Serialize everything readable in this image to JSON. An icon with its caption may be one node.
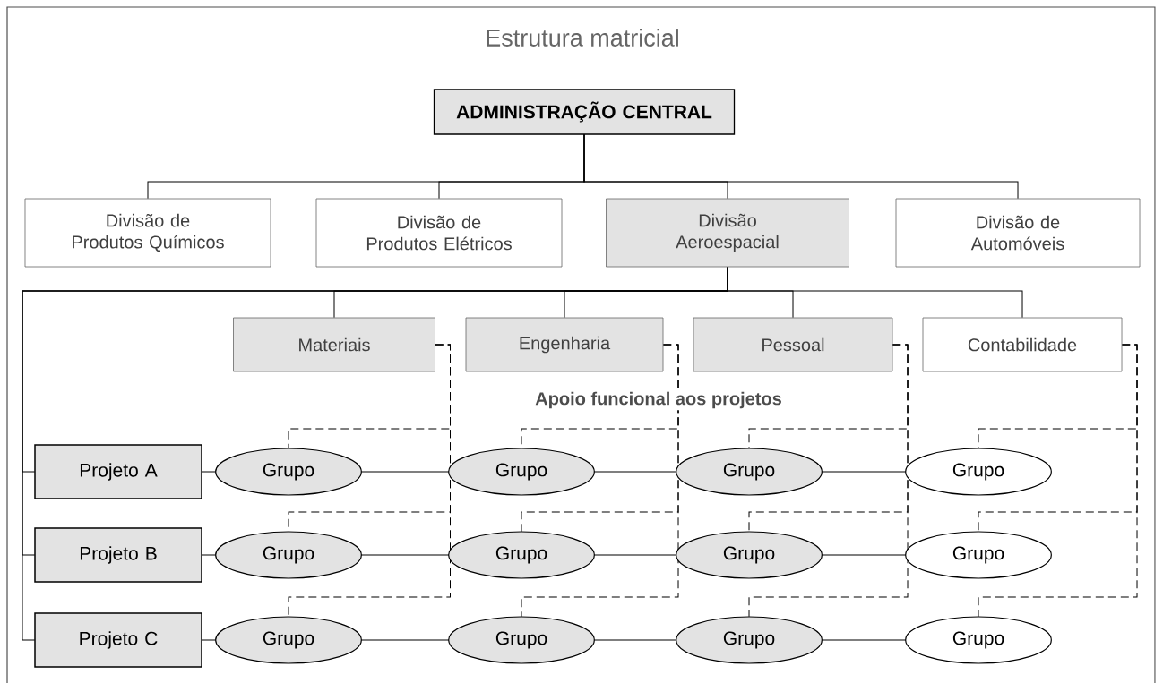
{
  "diagram": {
    "title": "Estrutura matricial",
    "nodes": [
      {
        "text": [
          "ADMINISTRAÇÃO CENTRAL"
        ]
      },
      {
        "text": [
          "Divisão de Produtos Químicos"
        ]
      },
      {
        "text": [
          "Divisão de Produtos Elétricos"
        ]
      },
      {
        "text": [
          "Divisão Aeroespacial"
        ]
      },
      {
        "text": [
          "Divisão de Automóveis"
        ]
      },
      {
        "text": [
          "Materiais"
        ]
      },
      {
        "text": [
          "Engenharia"
        ]
      },
      {
        "text": [
          "Pessoal"
        ]
      },
      {
        "text": [
          "Contabilidade"
        ]
      },
      {
        "text": [
          "Projeto A"
        ]
      },
      {
        "text": [
          "Grupo"
        ]
      },
      {
        "text": [
          "Grupo"
        ]
      },
      {
        "text": [
          "Grupo"
        ]
      },
      {
        "text": [
          "Grupo"
        ]
      },
      {
        "text": [
          "Projeto B"
        ]
      },
      {
        "text": [
          "Grupo"
        ]
      },
      {
        "text": [
          "Grupo"
        ]
      },
      {
        "text": [
          "Grupo"
        ]
      },
      {
        "text": [
          "Grupo"
        ]
      },
      {
        "text": [
          "Projeto C"
        ]
      },
      {
        "text": [
          "Grupo"
        ]
      },
      {
        "text": [
          "Grupo"
        ]
      },
      {
        "text": [
          "Grupo"
        ]
      },
      {
        "text": [
          "Grupo"
        ]
      }
    ],
    "edges": [
      {
        "from": 0,
        "to": 1,
        "arrow": "none"
      },
      {
        "from": 0,
        "to": 2,
        "arrow": "none"
      },
      {
        "from": 0,
        "to": 3,
        "arrow": "none"
      },
      {
        "from": 0,
        "to": 4,
        "arrow": "none"
      },
      {
        "from": 3,
        "to": 5,
        "arrow": "none"
      },
      {
        "from": 3,
        "to": 6,
        "arrow": "none"
      },
      {
        "from": 3,
        "to": 7,
        "arrow": "none"
      },
      {
        "from": 3,
        "to": 8,
        "arrow": "none"
      },
      {
        "from": 3,
        "to": 9,
        "arrow": "none"
      },
      {
        "from": 3,
        "to": 14,
        "arrow": "none"
      },
      {
        "from": 3,
        "to": 19,
        "arrow": "none"
      },
      {
        "from": 9,
        "to": 10,
        "arrow": "none"
      },
      {
        "from": 10,
        "to": 11,
        "arrow": "none"
      },
      {
        "from": 11,
        "to": 12,
        "arrow": "none"
      },
      {
        "from": 12,
        "to": 13,
        "arrow": "none"
      },
      {
        "from": 14,
        "to": 15,
        "arrow": "none"
      },
      {
        "from": 15,
        "to": 16,
        "arrow": "none"
      },
      {
        "from": 16,
        "to": 17,
        "arrow": "none"
      },
      {
        "from": 17,
        "to": 18,
        "arrow": "none"
      },
      {
        "from": 19,
        "to": 20,
        "arrow": "none"
      },
      {
        "from": 20,
        "to": 21,
        "arrow": "none"
      },
      {
        "from": 21,
        "to": 22,
        "arrow": "none"
      },
      {
        "from": 22,
        "to": 23,
        "arrow": "none"
      },
      {
        "from": 5,
        "to": 10,
        "arrow": "none",
        "style": "dashed"
      },
      {
        "from": 5,
        "to": 15,
        "arrow": "none",
        "style": "dashed"
      },
      {
        "from": 5,
        "to": 20,
        "arrow": "none",
        "style": "dashed"
      },
      {
        "from": 6,
        "to": 11,
        "arrow": "none",
        "style": "dashed"
      },
      {
        "from": 6,
        "to": 16,
        "arrow": "none",
        "style": "dashed"
      },
      {
        "from": 6,
        "to": 21,
        "arrow": "none",
        "style": "dashed"
      },
      {
        "from": 7,
        "to": 12,
        "arrow": "none",
        "style": "dashed"
      },
      {
        "from": 7,
        "to": 17,
        "arrow": "none",
        "style": "dashed"
      },
      {
        "from": 7,
        "to": 22,
        "arrow": "none",
        "style": "dashed"
      },
      {
        "from": 8,
        "to": 13,
        "arrow": "none",
        "style": "dashed"
      },
      {
        "from": 8,
        "to": 18,
        "arrow": "none",
        "style": "dashed"
      },
      {
        "from": 8,
        "to": 23,
        "arrow": "none",
        "style": "dashed"
      }
    ],
    "labels": [
      "Apoio funcional aos projetos"
    ]
  }
}
